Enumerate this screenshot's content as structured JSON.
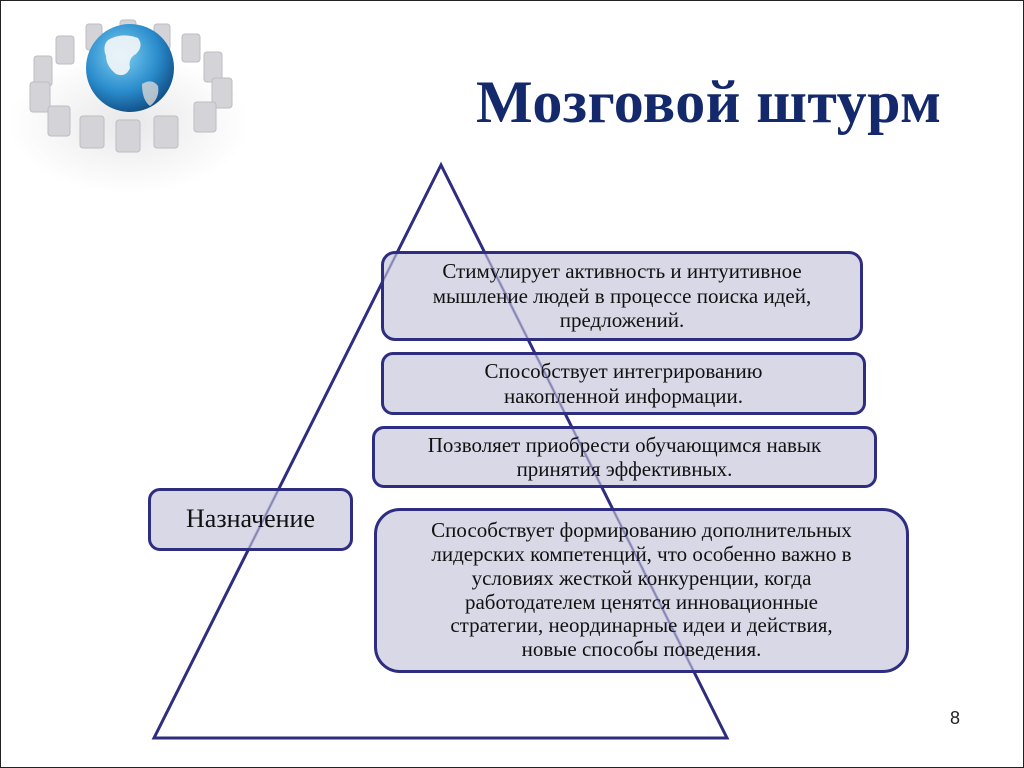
{
  "slide": {
    "title": "Мозговой штурм",
    "page_number": "8",
    "logo": {
      "icon": "globe-with-chairs-icon"
    },
    "colors": {
      "title": "#13296b",
      "outline": "#2e2d7f",
      "box_fill": "#d0d0e2"
    }
  },
  "diagram": {
    "type": "pyramid",
    "root_label": "Назначение",
    "items": [
      {
        "lines": [
          "Стимулирует активность и интуитивное",
          "мышление людей в процессе поиска идей,",
          "предложений."
        ]
      },
      {
        "lines": [
          "Способствует интегрированию",
          "накопленной информации."
        ]
      },
      {
        "lines": [
          "Позволяет приобрести обучающимся навык",
          "принятия эффективных."
        ]
      },
      {
        "lines": [
          "Способствует формированию дополнительных",
          "лидерских компетенций, что особенно важно в",
          "условиях жесткой конкуренции, когда",
          "работодателем ценятся инновационные",
          "стратегии, неординарные идеи и действия,",
          "новые способы поведения."
        ]
      }
    ]
  }
}
